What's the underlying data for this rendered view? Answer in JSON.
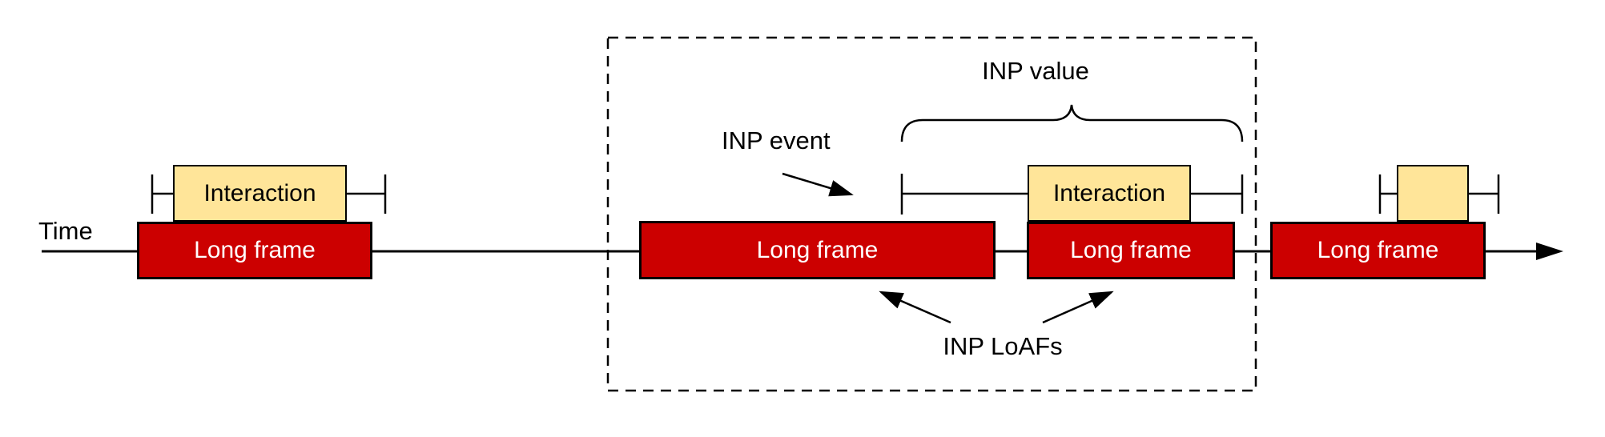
{
  "diagram": {
    "time_axis_label": "Time",
    "annotations": {
      "inp_value": "INP value",
      "inp_event": "INP event",
      "inp_loafs": "INP LoAFs"
    },
    "frames": [
      {
        "label": "Long frame"
      },
      {
        "label": "Long frame"
      },
      {
        "label": "Long frame"
      },
      {
        "label": "Long frame"
      }
    ],
    "interactions": [
      {
        "label": "Interaction"
      },
      {
        "label": "Interaction"
      },
      {
        "label": ""
      }
    ],
    "colors": {
      "long_frame_fill": "#cc0000",
      "interaction_fill": "#ffe599",
      "outline": "#000000",
      "long_frame_text": "#ffffff"
    }
  }
}
